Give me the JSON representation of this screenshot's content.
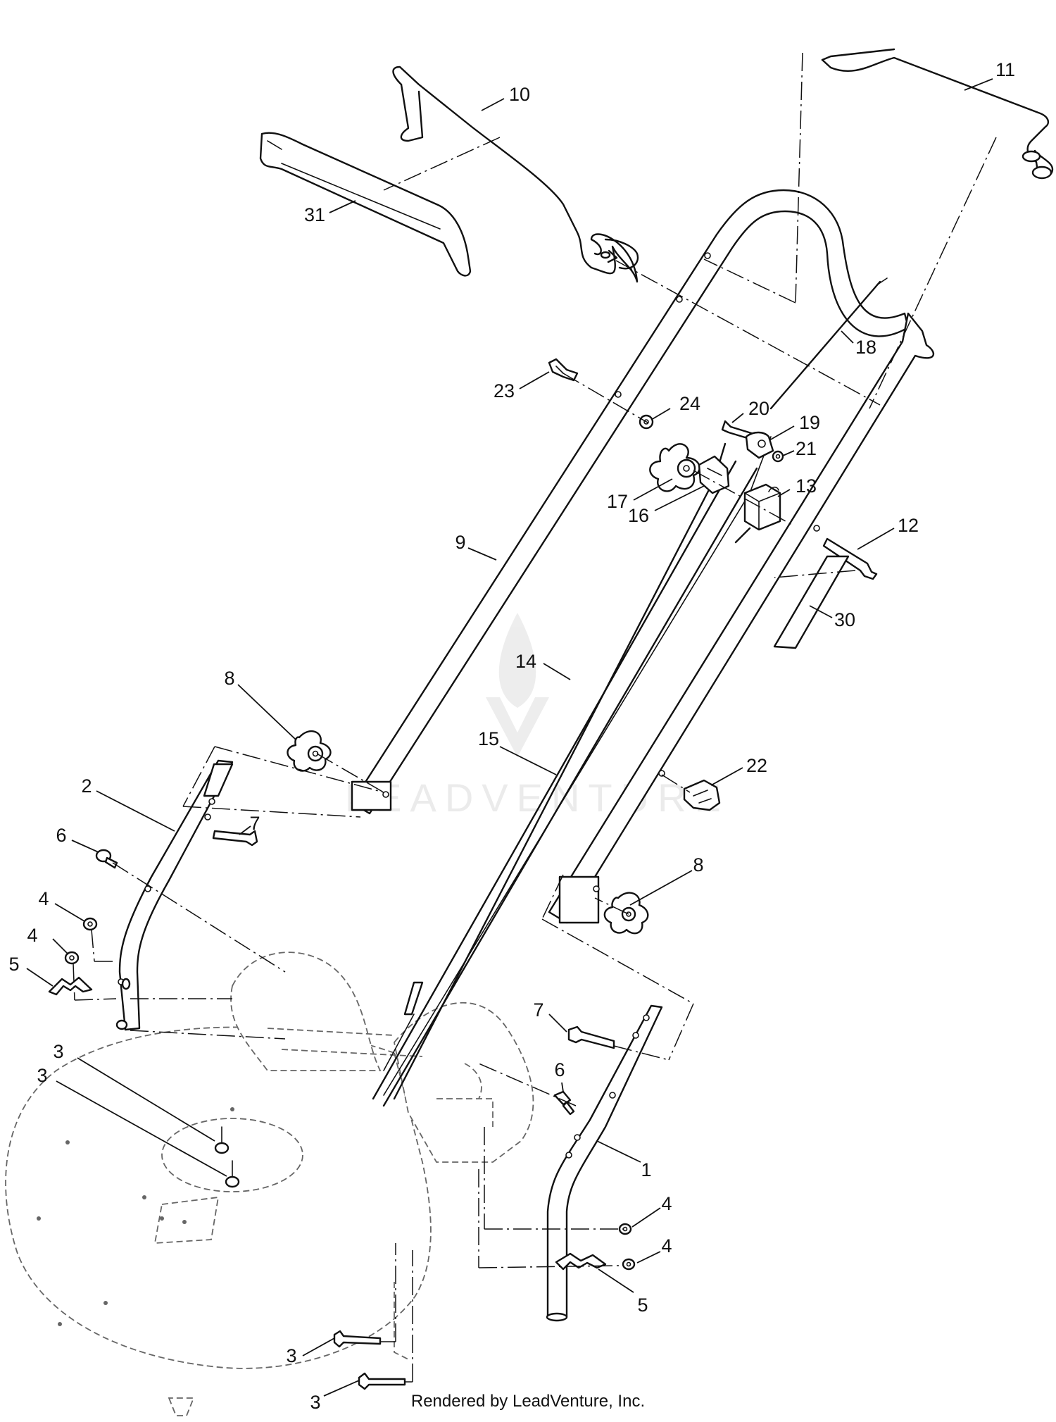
{
  "diagram": {
    "credit": "Rendered by LeadVenture, Inc.",
    "watermark": "LEADVENTURE",
    "callouts": [
      {
        "id": "c10",
        "text": "10"
      },
      {
        "id": "c11",
        "text": "11"
      },
      {
        "id": "c31",
        "text": "31"
      },
      {
        "id": "c18",
        "text": "18"
      },
      {
        "id": "c23",
        "text": "23"
      },
      {
        "id": "c24",
        "text": "24"
      },
      {
        "id": "c20",
        "text": "20"
      },
      {
        "id": "c19",
        "text": "19"
      },
      {
        "id": "c21",
        "text": "21"
      },
      {
        "id": "c13",
        "text": "13"
      },
      {
        "id": "c17",
        "text": "17"
      },
      {
        "id": "c16",
        "text": "16"
      },
      {
        "id": "c12",
        "text": "12"
      },
      {
        "id": "c9",
        "text": "9"
      },
      {
        "id": "c30",
        "text": "30"
      },
      {
        "id": "c14",
        "text": "14"
      },
      {
        "id": "c8a",
        "text": "8"
      },
      {
        "id": "c15",
        "text": "15"
      },
      {
        "id": "c22",
        "text": "22"
      },
      {
        "id": "c2",
        "text": "2"
      },
      {
        "id": "c7a",
        "text": "7"
      },
      {
        "id": "c6a",
        "text": "6"
      },
      {
        "id": "c8b",
        "text": "8"
      },
      {
        "id": "c4a",
        "text": "4"
      },
      {
        "id": "c4b",
        "text": "4"
      },
      {
        "id": "c5a",
        "text": "5"
      },
      {
        "id": "c7b",
        "text": "7"
      },
      {
        "id": "c3a",
        "text": "3"
      },
      {
        "id": "c3b",
        "text": "3"
      },
      {
        "id": "c6b",
        "text": "6"
      },
      {
        "id": "c1",
        "text": "1"
      },
      {
        "id": "c4c",
        "text": "4"
      },
      {
        "id": "c4d",
        "text": "4"
      },
      {
        "id": "c5b",
        "text": "5"
      },
      {
        "id": "c3c",
        "text": "3"
      },
      {
        "id": "c3d",
        "text": "3"
      }
    ]
  }
}
